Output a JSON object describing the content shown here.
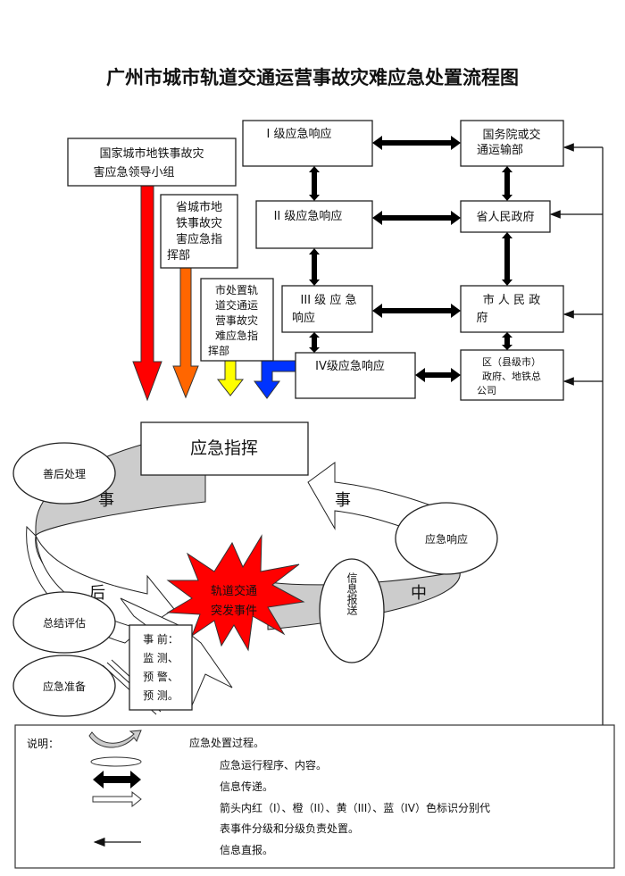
{
  "title": "广州市城市轨道交通运营事故灾难应急处置流程图",
  "command_boxes": [
    {
      "lines": [
        "国家城市地铁事故灾",
        "害应急领导小组"
      ],
      "arrow_color": "#ff0000"
    },
    {
      "lines": [
        "省城市地",
        "铁事故灾",
        "害应急指",
        "挥部"
      ],
      "arrow_color": "#ff6600"
    },
    {
      "lines": [
        "市处置轨",
        "道交通运",
        "营事故灾",
        "难应急指",
        "挥部"
      ],
      "arrow_color": "#ffff00"
    }
  ],
  "blue_arrow_color": "#0033ff",
  "response_levels": [
    "I 级应急响应",
    "II 级应急响应",
    "III 级 应 急",
    "响应",
    "IV级应急响应"
  ],
  "governments": [
    {
      "lines": [
        "国务院或交",
        "通运输部"
      ]
    },
    {
      "lines": [
        "省人民政府"
      ]
    },
    {
      "lines": [
        "市 人 民 政",
        "府"
      ]
    },
    {
      "lines": [
        "区（县级市）",
        "政府、地铁总",
        "公司"
      ]
    }
  ],
  "cycle": {
    "command": "应急指挥",
    "ring_labels": [
      "事",
      "事",
      "后",
      "中"
    ],
    "stages": [
      "善后处理",
      "应急响应",
      "信息报送",
      "总结评估",
      "应急准备"
    ],
    "incident": [
      "轨道交通",
      "突发事件"
    ],
    "pre_event": [
      "事 前：",
      "监 测、",
      "预 警、",
      "预 测。"
    ],
    "incident_color": "#ff0000",
    "ring_fill": "#cccccc"
  },
  "legend": {
    "label": "说明：",
    "items": [
      "应急处置过程。",
      "应急运行程序、内容。",
      "信息传递。",
      "箭头内红（I）、橙（II）、黄（III）、蓝（IV）色标识分别代",
      "表事件分级和分级负责处置。",
      "信息直报。"
    ]
  }
}
